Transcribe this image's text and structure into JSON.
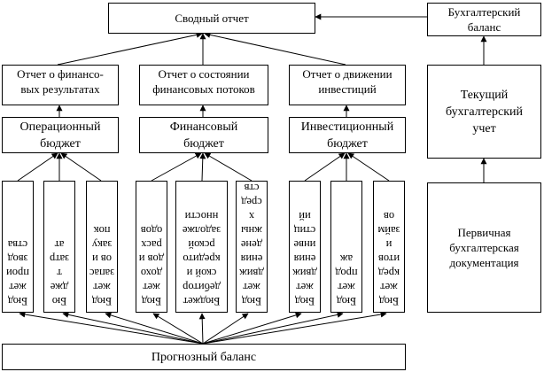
{
  "diagram": {
    "summary_report": {
      "label": "Сводный отчет"
    },
    "accounting_balance": {
      "lines": [
        "Бухгалтерский",
        "баланс"
      ]
    },
    "current_accounting": {
      "lines": [
        "Текущий",
        "бухгалтерский",
        "учет"
      ]
    },
    "primary_documentation": {
      "lines": [
        "Первичная",
        "бухгалтерская",
        "документация"
      ]
    },
    "forecast_balance": {
      "label": "Прогнозный баланс"
    },
    "reports": [
      {
        "lines": [
          "Отчет о финансо-",
          "вых результатах"
        ]
      },
      {
        "lines": [
          "Отчет о состоянии",
          "финансовых потоков"
        ]
      },
      {
        "lines": [
          "Отчет о движении",
          "инвестиций"
        ]
      }
    ],
    "budgets": [
      {
        "lines": [
          "Операционный",
          "бюджет"
        ]
      },
      {
        "lines": [
          "Финансовый",
          "бюджет"
        ]
      },
      {
        "lines": [
          "Инвестиционный",
          "бюджет"
        ]
      }
    ],
    "sub_budgets": [
      {
        "lines": [
          "Бюд",
          "жет",
          "прои",
          "звод",
          "ства"
        ]
      },
      {
        "lines": [
          "Бю",
          "дже",
          "т",
          "затр",
          "ат"
        ]
      },
      {
        "lines": [
          "Бюд",
          "жет",
          "запас",
          "ов и",
          "заку",
          "пок"
        ]
      },
      {
        "lines": [
          "Бюд",
          "жет",
          "дохо",
          "дов и",
          "расх",
          "одов"
        ]
      },
      {
        "lines": [
          "Бюджет",
          "дебитор",
          "ской и",
          "кредито",
          "рской",
          "задолже",
          "нности"
        ]
      },
      {
        "lines": [
          "Бюд",
          "жет",
          "движ",
          "ения",
          "дене",
          "жны",
          "х",
          "сред",
          "ств"
        ]
      },
      {
        "lines": [
          "Бюд",
          "жет",
          "движ",
          "ения",
          "инве",
          "стиц",
          "ий"
        ]
      },
      {
        "lines": [
          "Бюд",
          "жет",
          "прод",
          "аж"
        ]
      },
      {
        "lines": [
          "Бюд",
          "жет",
          "кред",
          "итов",
          "и",
          "займ",
          "ов"
        ]
      }
    ]
  }
}
